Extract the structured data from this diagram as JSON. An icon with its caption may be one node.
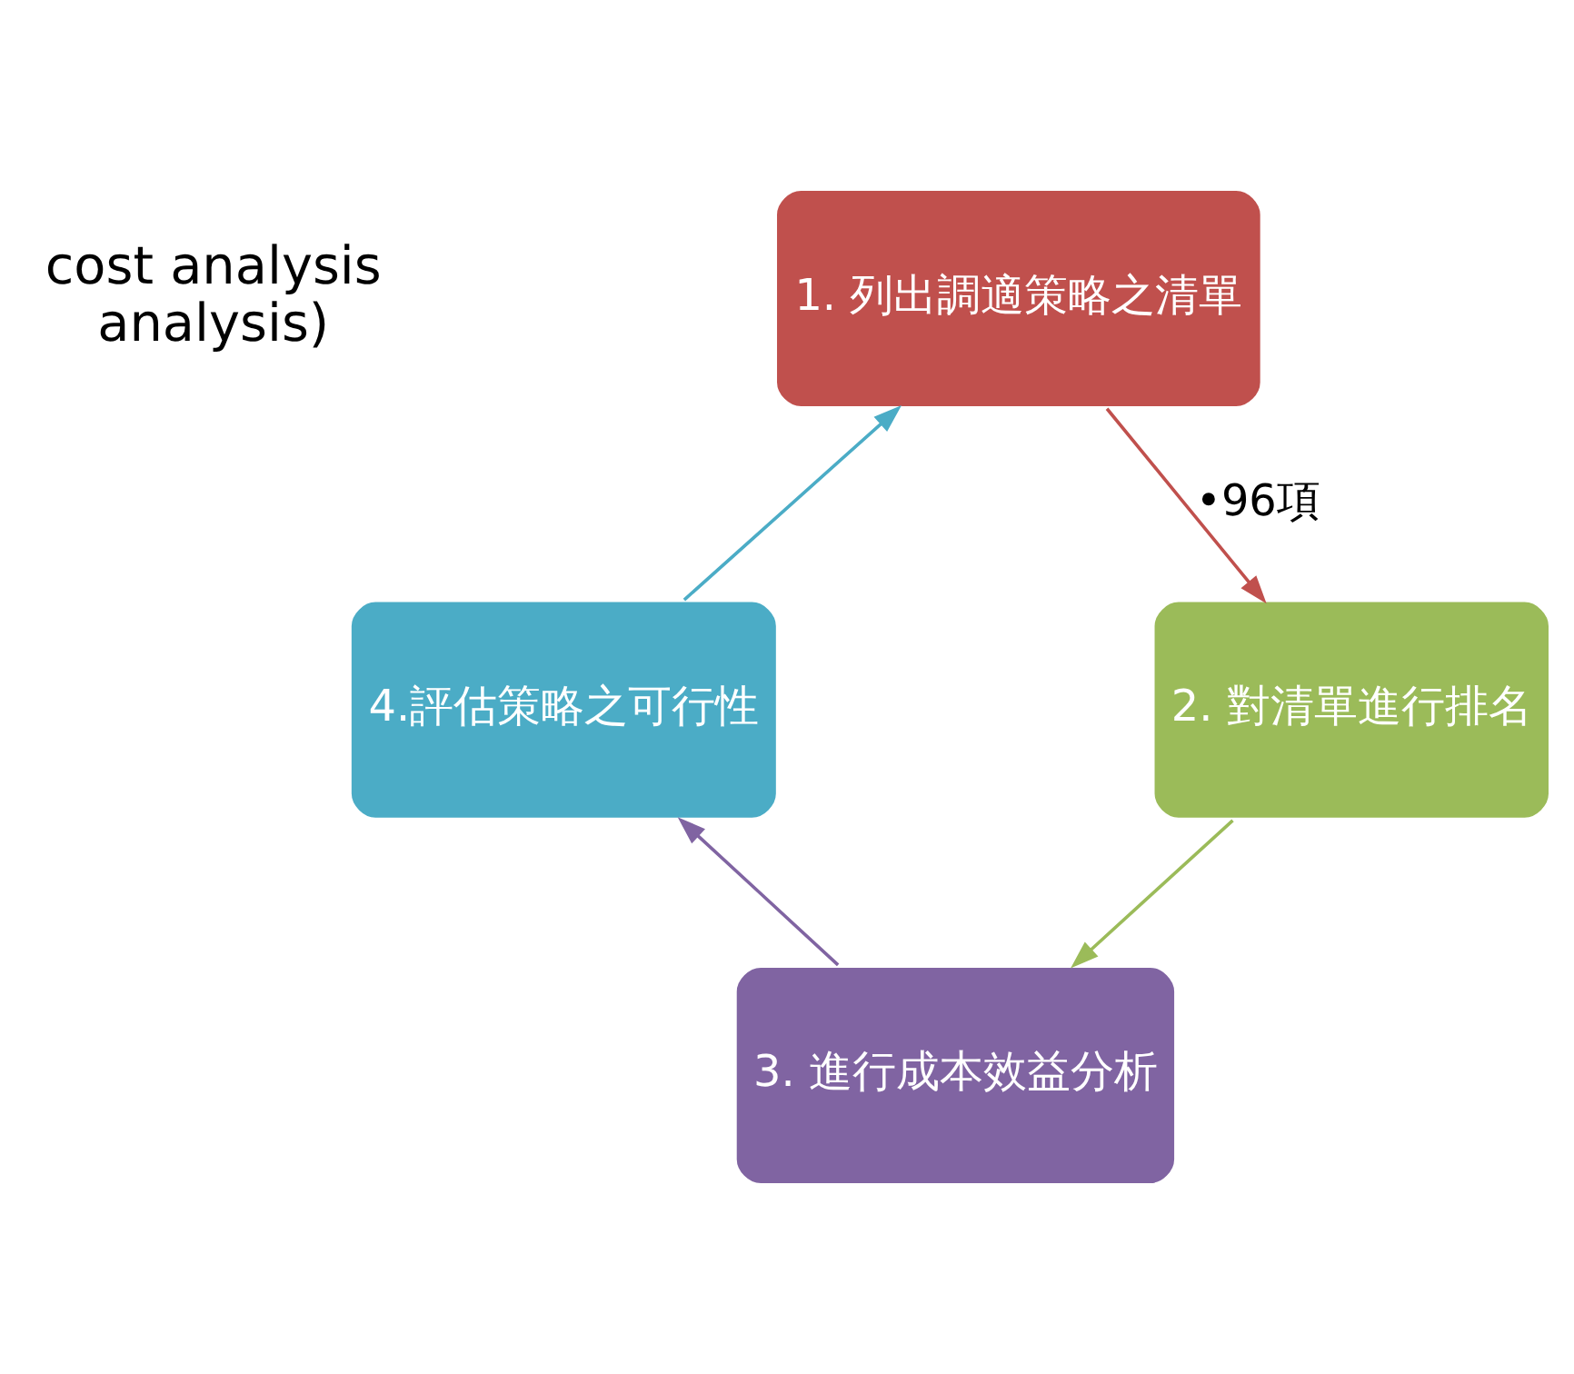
{
  "diagram": {
    "nodes": [
      {
        "text": [
          "1. 列出調適策略之清單"
        ]
      },
      {
        "text": [
          "2. 對清單進行排名"
        ]
      },
      {
        "text": [
          "3. 進行成本效益分析"
        ]
      },
      {
        "text": [
          "4.評估策略之可行性"
        ]
      }
    ],
    "edges": [
      {
        "from": 0,
        "to": 1,
        "arrow": "to",
        "label": "•96項",
        "color": "#c0504d"
      },
      {
        "from": 1,
        "to": 2,
        "arrow": "to",
        "color": "#9bbb59"
      },
      {
        "from": 2,
        "to": 3,
        "arrow": "to",
        "color": "#8064a2"
      },
      {
        "from": 3,
        "to": 0,
        "arrow": "to",
        "color": "#4bacc6"
      }
    ],
    "labels": [
      "cost analysis",
      "analysis)"
    ]
  }
}
